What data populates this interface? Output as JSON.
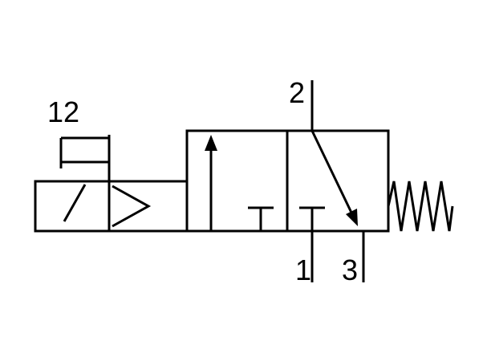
{
  "symbol": {
    "ports": {
      "pilot": "12",
      "outlet": "2",
      "inlet": "1",
      "exhaust": "3"
    },
    "colors": {
      "line": "#000000",
      "background": "#ffffff"
    }
  }
}
